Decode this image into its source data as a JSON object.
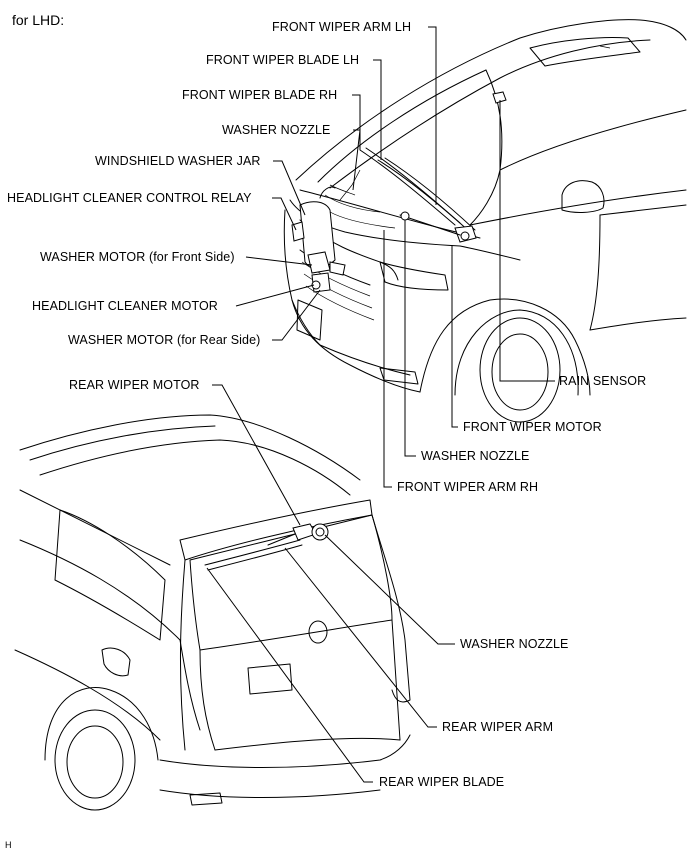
{
  "header": {
    "title": "for LHD:"
  },
  "footer": {
    "code": "H"
  },
  "labels": {
    "front_wiper_arm_lh": "FRONT WIPER ARM LH",
    "front_wiper_blade_lh": "FRONT WIPER BLADE LH",
    "front_wiper_blade_rh": "FRONT WIPER BLADE RH",
    "washer_nozzle_front_top": "WASHER NOZZLE",
    "windshield_washer_jar": "WINDSHIELD WASHER JAR",
    "headlight_cleaner_control_relay": "HEADLIGHT CLEANER CONTROL RELAY",
    "washer_motor_front": "WASHER MOTOR (for Front Side)",
    "headlight_cleaner_motor": "HEADLIGHT CLEANER MOTOR",
    "washer_motor_rear": "WASHER MOTOR (for Rear Side)",
    "rain_sensor": "RAIN SENSOR",
    "front_wiper_motor": "FRONT WIPER MOTOR",
    "washer_nozzle_front_bottom": "WASHER NOZZLE",
    "front_wiper_arm_rh": "FRONT WIPER ARM RH",
    "rear_wiper_motor": "REAR WIPER MOTOR",
    "washer_nozzle_rear": "WASHER NOZZLE",
    "rear_wiper_arm": "REAR WIPER ARM",
    "rear_wiper_blade": "REAR WIPER BLADE"
  }
}
